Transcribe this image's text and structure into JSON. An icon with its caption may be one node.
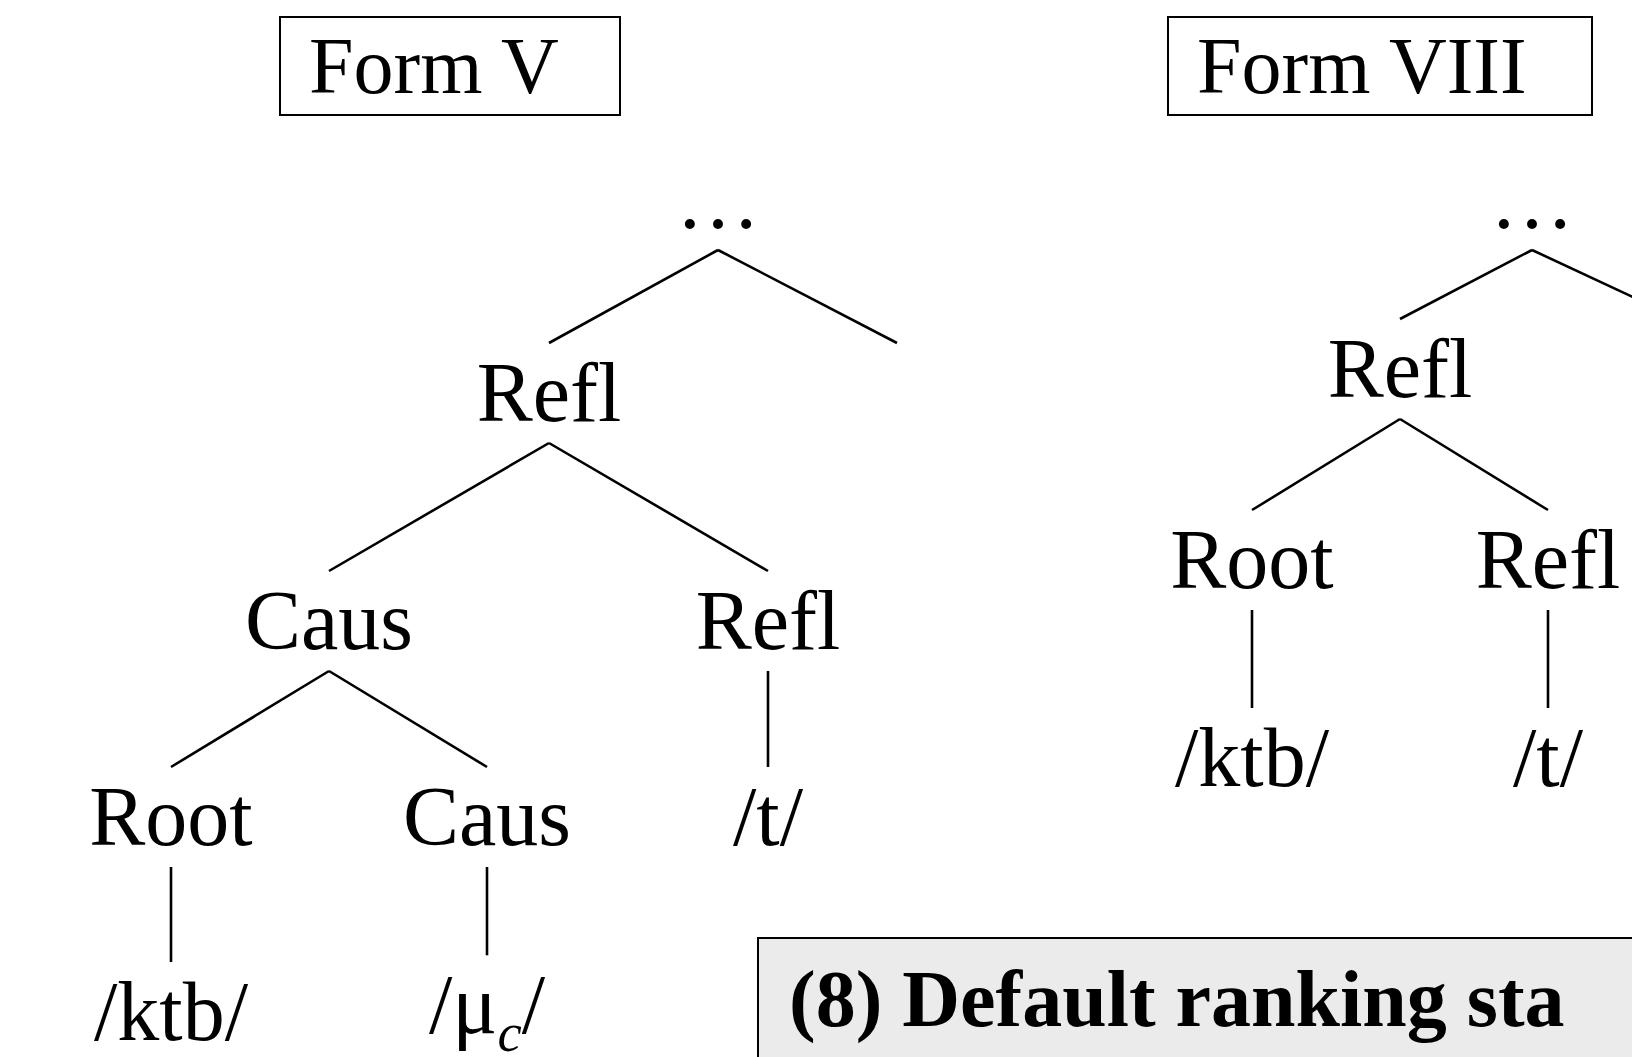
{
  "diagram": {
    "nodes": [
      {
        "text": [
          "Form V"
        ]
      },
      {
        "text": [
          "Form VIII"
        ]
      },
      {
        "text": [
          "…"
        ]
      },
      {
        "text": [
          "Refl"
        ]
      },
      {
        "text": [
          "Caus"
        ]
      },
      {
        "text": [
          "Refl"
        ]
      },
      {
        "text": [
          "Root"
        ]
      },
      {
        "text": [
          "Caus"
        ]
      },
      {
        "text": [
          "/t/"
        ]
      },
      {
        "text": [
          "/ktb/"
        ]
      },
      {
        "text": [
          "/μ$_{c}$/"
        ]
      },
      {
        "text": [
          "…"
        ]
      },
      {
        "text": [
          "Refl"
        ]
      },
      {
        "text": [
          "Root"
        ]
      },
      {
        "text": [
          "Refl"
        ]
      },
      {
        "text": [
          "/ktb/"
        ]
      },
      {
        "text": [
          "/t/"
        ]
      },
      {
        "text": [
          "(8) Default ranking sta"
        ]
      }
    ],
    "edges": [
      {
        "from": 2,
        "to": 3,
        "arrow": "none"
      },
      {
        "from": 2,
        "to": null,
        "arrow": "none"
      },
      {
        "from": 3,
        "to": 4,
        "arrow": "none"
      },
      {
        "from": 3,
        "to": 5,
        "arrow": "none"
      },
      {
        "from": 4,
        "to": 6,
        "arrow": "none"
      },
      {
        "from": 4,
        "to": 7,
        "arrow": "none"
      },
      {
        "from": 5,
        "to": 8,
        "arrow": "none"
      },
      {
        "from": 6,
        "to": 9,
        "arrow": "none"
      },
      {
        "from": 7,
        "to": 10,
        "arrow": "none"
      },
      {
        "from": 11,
        "to": 12,
        "arrow": "none"
      },
      {
        "from": 11,
        "to": null,
        "arrow": "none"
      },
      {
        "from": 12,
        "to": 13,
        "arrow": "none"
      },
      {
        "from": 12,
        "to": 14,
        "arrow": "none"
      },
      {
        "from": 13,
        "to": 15,
        "arrow": "none"
      },
      {
        "from": 14,
        "to": 16,
        "arrow": "none"
      }
    ]
  }
}
